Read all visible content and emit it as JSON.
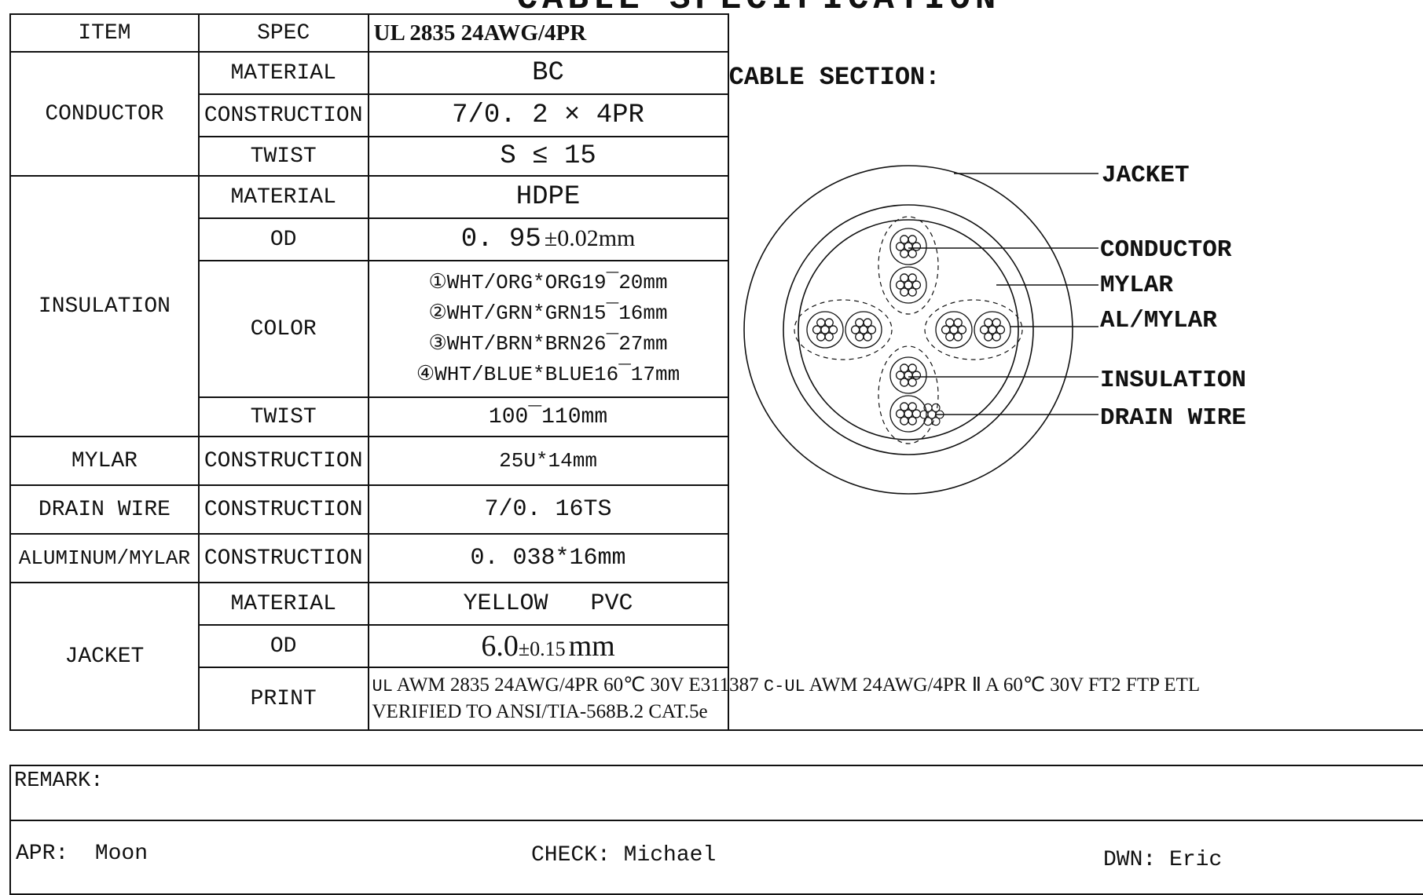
{
  "document": {
    "title": "CABLE SPECIFICATION",
    "header": {
      "item": "ITEM",
      "spec": "SPEC",
      "spec_value": "UL 2835 24AWG/4PR"
    },
    "cable_section_label": "CABLE SECTION:",
    "conductor": {
      "label": "CONDUCTOR",
      "rows": [
        {
          "param": "MATERIAL",
          "value": "BC"
        },
        {
          "param": "CONSTRUCTION",
          "value": "7/0. 2 × 4PR"
        },
        {
          "param": "TWIST",
          "value": "S ≤ 15"
        }
      ]
    },
    "insulation": {
      "label": "INSULATION",
      "material": {
        "param": "MATERIAL",
        "value": "HDPE"
      },
      "od": {
        "param": "OD",
        "value": "0. 95",
        "tolerance": "±0.02mm"
      },
      "color": {
        "param": "COLOR",
        "lines": [
          "①WHT/ORG*ORG19¯20mm",
          "②WHT/GRN*GRN15¯16mm",
          "③WHT/BRN*BRN26¯27mm",
          "④WHT/BLUE*BLUE16¯17mm"
        ]
      },
      "twist": {
        "param": "TWIST",
        "value": "100¯110mm"
      }
    },
    "mylar": {
      "label": "MYLAR",
      "param": "CONSTRUCTION",
      "value": "25U*14mm"
    },
    "drain_wire": {
      "label": "DRAIN WIRE",
      "param": "CONSTRUCTION",
      "value": "7/0. 16TS"
    },
    "aluminum_mylar": {
      "label": "ALUMINUM/MYLAR",
      "param": "CONSTRUCTION",
      "value": "0. 038*16mm"
    },
    "jacket": {
      "label": "JACKET",
      "material": {
        "param": "MATERIAL",
        "value": "YELLOW   PVC"
      },
      "od": {
        "param": "OD",
        "value": "6.0",
        "tolerance": "±0.15",
        "unit": "mm"
      },
      "print": {
        "param": "PRINT",
        "line1_prefix1": "UL",
        "line1_part1": "AWM 2835 24AWG/4PR 60℃ 30V E311387",
        "line1_prefix2": "C-UL",
        "line1_part2": "AWM 24AWG/4PR Ⅱ A 60℃ 30V FT2 FTP ETL",
        "line2": "VERIFIED TO ANSI/TIA-568B.2 CAT.5e"
      }
    },
    "remark_label": "REMARK:",
    "footer": {
      "apr_label": "APR:",
      "apr_value": "Moon",
      "check_label": "CHECK:",
      "check_value": "Michael",
      "dwn_label": "DWN:",
      "dwn_value": "Eric"
    },
    "diagram_labels": {
      "jacket": "JACKET",
      "conductor": "CONDUCTOR",
      "mylar": "MYLAR",
      "al_mylar": "AL/MYLAR",
      "insulation": "INSULATION",
      "drain_wire": "DRAIN WIRE"
    }
  }
}
